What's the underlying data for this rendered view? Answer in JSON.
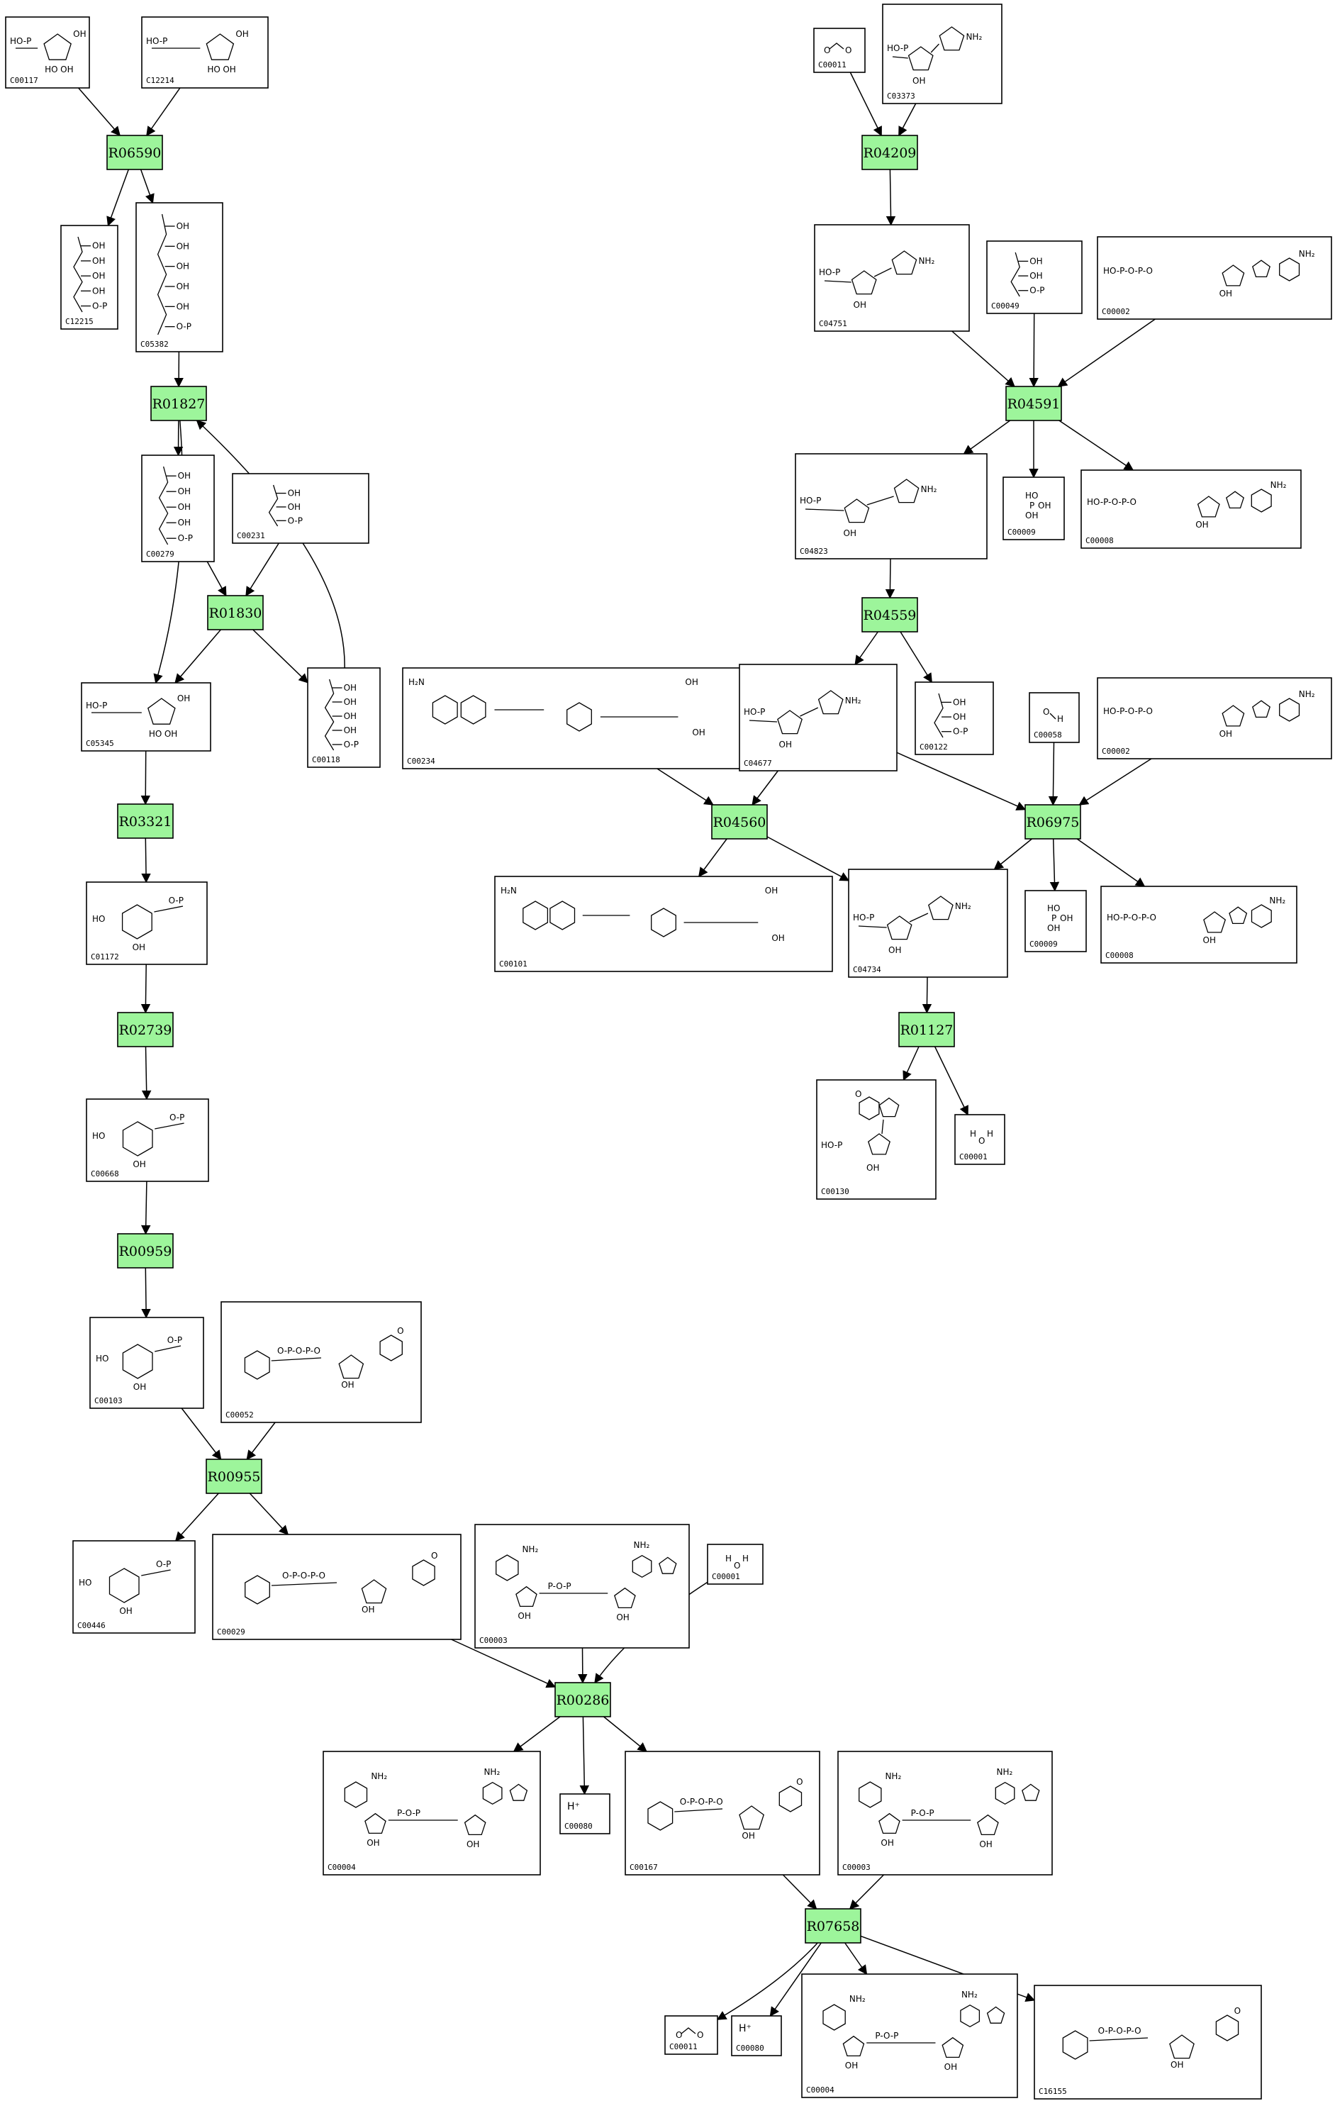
{
  "reactions": [
    {
      "id": "R06590",
      "label": "R06590"
    },
    {
      "id": "R01827",
      "label": "R01827"
    },
    {
      "id": "R01830",
      "label": "R01830"
    },
    {
      "id": "R03321",
      "label": "R03321"
    },
    {
      "id": "R02739",
      "label": "R02739"
    },
    {
      "id": "R00959",
      "label": "R00959"
    },
    {
      "id": "R00955",
      "label": "R00955"
    },
    {
      "id": "R00286",
      "label": "R00286"
    },
    {
      "id": "R07658",
      "label": "R07658"
    },
    {
      "id": "R04209",
      "label": "R04209"
    },
    {
      "id": "R04591",
      "label": "R04591"
    },
    {
      "id": "R04559",
      "label": "R04559"
    },
    {
      "id": "R04560",
      "label": "R04560"
    },
    {
      "id": "R06975",
      "label": "R06975"
    },
    {
      "id": "R01127",
      "label": "R01127"
    }
  ],
  "compounds": [
    {
      "key": "c00117",
      "label": "C00117",
      "mol": "ribose"
    },
    {
      "key": "c12214",
      "label": "C12214",
      "mol": "ribose"
    },
    {
      "key": "c12215",
      "label": "C12215",
      "mol": "chain"
    },
    {
      "key": "c05382",
      "label": "C05382",
      "mol": "chain"
    },
    {
      "key": "c00279",
      "label": "C00279",
      "mol": "chain"
    },
    {
      "key": "c00231",
      "label": "C00231",
      "mol": "chain"
    },
    {
      "key": "c05345",
      "label": "C05345",
      "mol": "ribose"
    },
    {
      "key": "c00118",
      "label": "C00118",
      "mol": "chain"
    },
    {
      "key": "c01172",
      "label": "C01172",
      "mol": "pyranose"
    },
    {
      "key": "c00668",
      "label": "C00668",
      "mol": "pyranose"
    },
    {
      "key": "c00103",
      "label": "C00103",
      "mol": "pyranose"
    },
    {
      "key": "c00052",
      "label": "C00052",
      "mol": "nucleotide"
    },
    {
      "key": "c00446",
      "label": "C00446",
      "mol": "pyranose"
    },
    {
      "key": "c00029",
      "label": "C00029",
      "mol": "nucleotide"
    },
    {
      "key": "c00003a",
      "label": "C00003",
      "mol": "dinucleotide"
    },
    {
      "key": "c00001a",
      "label": "C00001",
      "mol": "water"
    },
    {
      "key": "c00004a",
      "label": "C00004",
      "mol": "dinucleotide"
    },
    {
      "key": "c00080a",
      "label": "C00080",
      "mol": "proton"
    },
    {
      "key": "c00167",
      "label": "C00167",
      "mol": "nucleotide"
    },
    {
      "key": "c00003b",
      "label": "C00003",
      "mol": "dinucleotide"
    },
    {
      "key": "c00011a",
      "label": "C00011",
      "mol": "co2"
    },
    {
      "key": "c00080b",
      "label": "C00080",
      "mol": "proton"
    },
    {
      "key": "c00004b",
      "label": "C00004",
      "mol": "dinucleotide"
    },
    {
      "key": "c16155",
      "label": "C16155",
      "mol": "nucleotide"
    },
    {
      "key": "c00011b",
      "label": "C00011",
      "mol": "co2"
    },
    {
      "key": "c03373",
      "label": "C03373",
      "mol": "imidazole"
    },
    {
      "key": "c04751",
      "label": "C04751",
      "mol": "imidazole"
    },
    {
      "key": "c00049",
      "label": "C00049",
      "mol": "chain"
    },
    {
      "key": "c00002a",
      "label": "C00002",
      "mol": "atp"
    },
    {
      "key": "c04823",
      "label": "C04823",
      "mol": "imidazole"
    },
    {
      "key": "c00009a",
      "label": "C00009",
      "mol": "phosphate"
    },
    {
      "key": "c00008a",
      "label": "C00008",
      "mol": "atp"
    },
    {
      "key": "c00234",
      "label": "C00234",
      "mol": "folate"
    },
    {
      "key": "c04677",
      "label": "C04677",
      "mol": "imidazole"
    },
    {
      "key": "c00122",
      "label": "C00122",
      "mol": "chain"
    },
    {
      "key": "c00058",
      "label": "C00058",
      "mol": "formate"
    },
    {
      "key": "c00002b",
      "label": "C00002",
      "mol": "atp"
    },
    {
      "key": "c00101",
      "label": "C00101",
      "mol": "folate"
    },
    {
      "key": "c04734",
      "label": "C04734",
      "mol": "imidazole"
    },
    {
      "key": "c00009b",
      "label": "C00009",
      "mol": "phosphate"
    },
    {
      "key": "c00008b",
      "label": "C00008",
      "mol": "atp"
    },
    {
      "key": "c00130",
      "label": "C00130",
      "mol": "purine"
    },
    {
      "key": "c00001b",
      "label": "C00001",
      "mol": "water"
    }
  ],
  "special_text": {
    "proton": "H⁺"
  }
}
